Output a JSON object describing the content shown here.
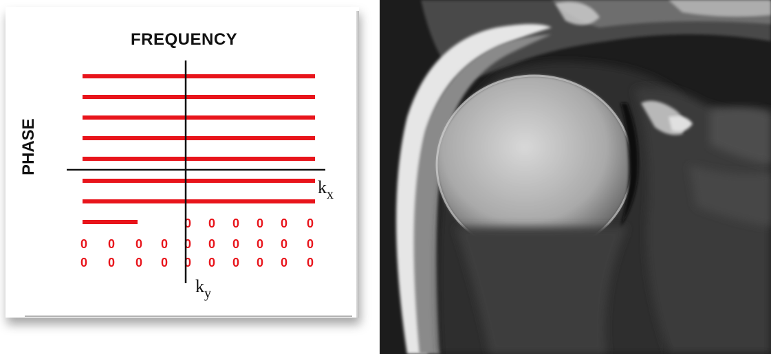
{
  "diagram": {
    "title": "FREQUENCY",
    "phase_label": "PHASE",
    "kx_main": "k",
    "kx_sub": "x",
    "ky_main": "k",
    "ky_sub": "y",
    "zero_glyph": "0",
    "filled_lines": 7,
    "partial_line_columns": 2,
    "zero_rows": [
      {
        "columns": [
          0,
          0,
          0,
          0,
          1,
          1,
          1,
          1,
          1,
          1
        ]
      },
      {
        "columns": [
          1,
          1,
          1,
          1,
          1,
          1,
          1,
          1,
          1,
          1
        ]
      },
      {
        "columns": [
          1,
          1,
          1,
          1,
          1,
          1,
          1,
          1,
          1,
          1
        ]
      }
    ],
    "line_color": "#e8141b",
    "axis_color": "#111111"
  },
  "mri_image": {
    "description_icon": "shoulder-mri-icon"
  }
}
